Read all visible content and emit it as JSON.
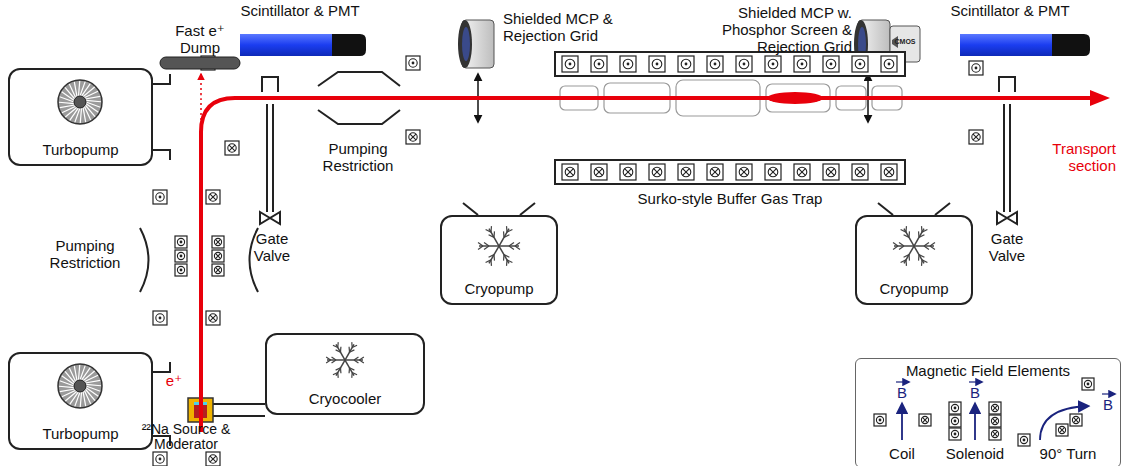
{
  "diagram": {
    "nodes": [
      {
        "text": [
          "Turbopump"
        ]
      },
      {
        "text": [
          "Turbopump"
        ]
      },
      {
        "text": [
          "Cryocooler"
        ]
      },
      {
        "text": [
          "Cryopump"
        ]
      },
      {
        "text": [
          "Cryopump"
        ]
      },
      {
        "text": [
          "Magnetic Field Elements"
        ]
      }
    ],
    "labels": [
      "Scintillator & PMT",
      "Fast e⁺ Dump",
      "Shielded MCP & Rejection Grid",
      "Shielded MCP w. Phosphor Screen & Rejection Grid",
      "Scintillator & PMT",
      "Pumping Restriction",
      "Pumping Restriction",
      "Gate Valve",
      "Surko-style Buffer Gas Trap",
      "Gate Valve",
      "Transport section",
      "e⁺",
      "²²Na Source & Moderator",
      "B",
      "B",
      "B",
      "CMOS"
    ],
    "legend": [
      {
        "text": "Coil"
      },
      {
        "text": "Solenoid"
      },
      {
        "text": "90° Turn"
      }
    ]
  }
}
